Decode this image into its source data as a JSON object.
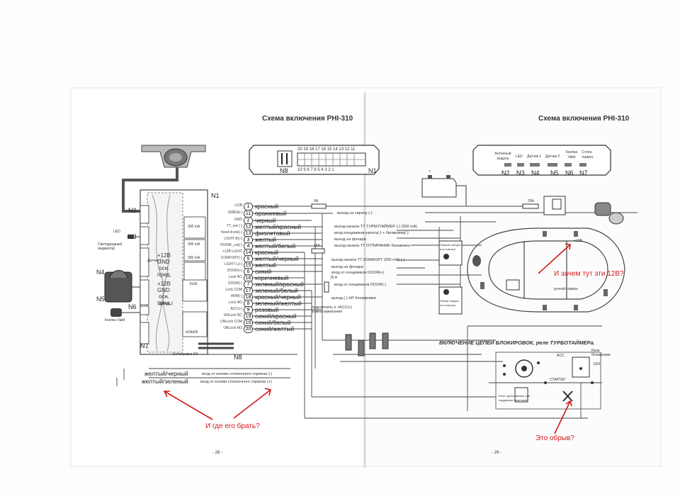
{
  "left_page": {
    "title": "Схема включения PHI-310",
    "page_number": "- 28 -",
    "connector_top_label": "N8",
    "connector_top_label2": "N1",
    "connector_top_pins_upper": "20 19 18 17 16 15 14 13 12 11",
    "connector_top_pins_lower": "10 9 8 7 6 5 4 3 2 1",
    "n1_label": "N1",
    "n2_label": "N2",
    "n3_label": "N3",
    "n4_label": "N4",
    "n5_label": "N5",
    "n6_label": "N6",
    "n7_label": "N7",
    "n8_label": "N8",
    "led_label": "LED",
    "led_indicator": "Светодиодный индикатор",
    "sensor1": "Датчик 1",
    "sensor2": "Датчик 2",
    "valet_button": "Кнопка Valet",
    "block_plus12": "+12В",
    "block_gnd": "GND",
    "block_osn": "осн.",
    "block_pred": "пред.",
    "relay_300ma_1": "300 mA",
    "relay_300ma_2": "300 mA",
    "relay_300ma_3": "300 mA",
    "relay_lock": "lock",
    "relay_unlock": "unlock",
    "blocker_label": "Блокировка НЗ",
    "fuse_5a": "5A",
    "fuse_15a": "15A",
    "fuse_25a": "25 A",
    "pins": [
      "+12В",
      "SIREN(-)",
      "GND",
      "TT_out (-)",
      "hood+trunk(-)",
      "LIGHT B(+)",
      "TRUNK_out(-)",
      "+12В LIGHT",
      "COMFORT(-)",
      "LIGHT L(+)",
      "DOOR(+)",
      "Lock NC",
      "DOOR(-)",
      "Lock COM",
      "ARM(-)",
      "Lock NO",
      "ACC(+)",
      "UNLock NC",
      "UNLock COM",
      "UNLock NO"
    ],
    "wires": [
      {
        "n": "1",
        "color": "красный",
        "desc": ""
      },
      {
        "n": "11",
        "color": "оранжевый",
        "desc": "выход на сирену (-)"
      },
      {
        "n": "2",
        "color": "черный",
        "desc": ""
      },
      {
        "n": "12",
        "color": "желтый/красный",
        "desc": "выход канала TT ТУРБОТАЙМЕР (-) (300 mA)"
      },
      {
        "n": "13",
        "color": "фиолетовый",
        "desc": "вход концевиков капота(-) + багажника(-)"
      },
      {
        "n": "3",
        "color": "желтый",
        "desc": "выход на фонари"
      },
      {
        "n": "4",
        "color": "желтый/белый",
        "desc": "выход канала TT ОТПИРАНИЕ багажника"
      },
      {
        "n": "14",
        "color": "красный",
        "desc": ""
      },
      {
        "n": "5",
        "color": "желтый/черный",
        "desc": "выход канала TT КОМФОРТ (300 mA) (-)"
      },
      {
        "n": "15",
        "color": "желтый",
        "desc": "выход на фонари"
      },
      {
        "n": "6",
        "color": "синий",
        "desc": "вход от концевиков DOOR(+)"
      },
      {
        "n": "16",
        "color": "коричневый",
        "desc": ""
      },
      {
        "n": "7",
        "color": "зеленый/красный",
        "desc": "вход от концевиков DOOR(-)"
      },
      {
        "n": "17",
        "color": "зеленый/белый",
        "desc": ""
      },
      {
        "n": "18",
        "color": "красный/черный",
        "desc": "выход (-) НР блокировки"
      },
      {
        "n": "8",
        "color": "зеленый/желтый",
        "desc": ""
      },
      {
        "n": "9",
        "color": "розовый",
        "desc": "подключить к +ACC(+) замка зажигания"
      },
      {
        "n": "19",
        "color": "синий/красный",
        "desc": ""
      },
      {
        "n": "10",
        "color": "синий/белый",
        "desc": ""
      },
      {
        "n": "20",
        "color": "синий/желтый",
        "desc": ""
      }
    ],
    "bottom_wires": [
      {
        "color": "желтый/черный",
        "desc": "вход от кнопки стояночного тормоза (-)"
      },
      {
        "color": "желтый/зеленый",
        "desc": "вход от кнопки стояночного тормоза (+)"
      }
    ],
    "annotation": "И где его брать?"
  },
  "right_page": {
    "title": "Схема включения PHI-310",
    "page_number": "- 29 -",
    "connector_labels": [
      "Антенный модуль",
      "LED",
      "Датчик 1",
      "Датчик 2",
      "Кнопка Valet",
      "Стоян. тормоз"
    ],
    "connector_pins": [
      "N2",
      "N3",
      "N4",
      "N5",
      "N6",
      "N7"
    ],
    "fuse_label": "25A",
    "battery_plus": "+",
    "battery_minus": "-",
    "plus12": "+12В",
    "handbrake": "ручной тормоз",
    "right_switch": "Правый габарит или поворот",
    "left_switch": "Левый габарит или поворот",
    "blocking_title": "ВКЛЮЧЕНИЕ ЦЕПЕЙ БЛОКИРОВОК, реле ТУРБОТАЙМЕРа.",
    "acc": "ACC",
    "ign": "IGN",
    "starter": "СТАРТЕР",
    "relay_blocker": "Реле блокировки",
    "relay_turbo": "Реле турботаймера или поддержки зажигания",
    "annotation_top": "И зачем тут эти 12В?",
    "annotation_bottom": "Это обрыв?"
  },
  "colors": {
    "annotation": "#d01818",
    "ink": "#333333"
  }
}
